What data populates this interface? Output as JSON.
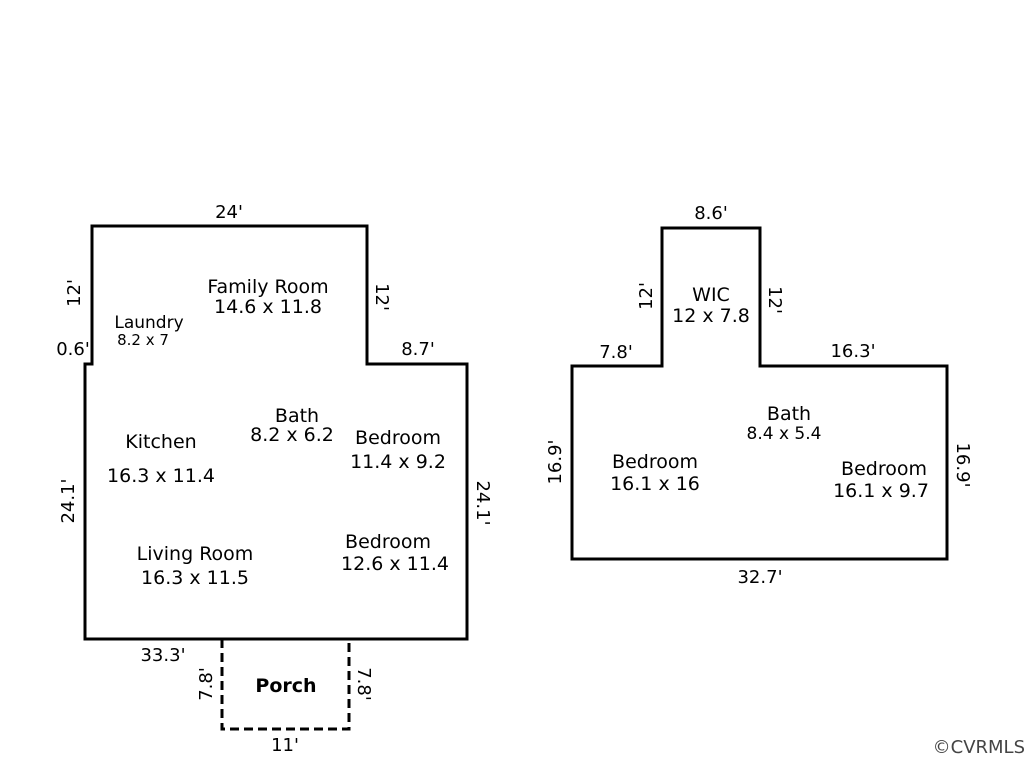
{
  "first_floor": {
    "rooms": {
      "family_room": {
        "name": "Family Room",
        "size": "14.6 x 11.8"
      },
      "laundry": {
        "name": "Laundry",
        "size": "8.2 x 7"
      },
      "kitchen": {
        "name": "Kitchen",
        "size": "16.3 x 11.4"
      },
      "bath": {
        "name": "Bath",
        "size": "8.2 x 6.2"
      },
      "bedroom_1": {
        "name": "Bedroom",
        "size": "11.4 x 9.2"
      },
      "living_room": {
        "name": "Living Room",
        "size": "16.3 x 11.5"
      },
      "bedroom_2": {
        "name": "Bedroom",
        "size": "12.6 x 11.4"
      },
      "porch": {
        "name": "Porch"
      }
    },
    "dimensions": {
      "top": "24'",
      "upper_left": "12'",
      "upper_right": "12'",
      "step_left": "0.6'",
      "step_right": "8.7'",
      "left": "24.1'",
      "right": "24.1'",
      "bottom": "33.3'",
      "porch_left": "7.8'",
      "porch_right": "7.8'",
      "porch_bottom": "11'"
    }
  },
  "second_floor": {
    "rooms": {
      "wic": {
        "name": "WIC",
        "size": "12 x 7.8"
      },
      "bath": {
        "name": "Bath",
        "size": "8.4 x 5.4"
      },
      "bedroom_1": {
        "name": "Bedroom",
        "size": "16.1 x 16"
      },
      "bedroom_2": {
        "name": "Bedroom",
        "size": "16.1 x 9.7"
      }
    },
    "dimensions": {
      "top": "8.6'",
      "wic_left": "12'",
      "wic_right": "12'",
      "step_left": "7.8'",
      "step_right": "16.3'",
      "left": "16.9'",
      "right": "16.9'",
      "bottom": "32.7'"
    }
  },
  "watermark": "©CVRMLS"
}
